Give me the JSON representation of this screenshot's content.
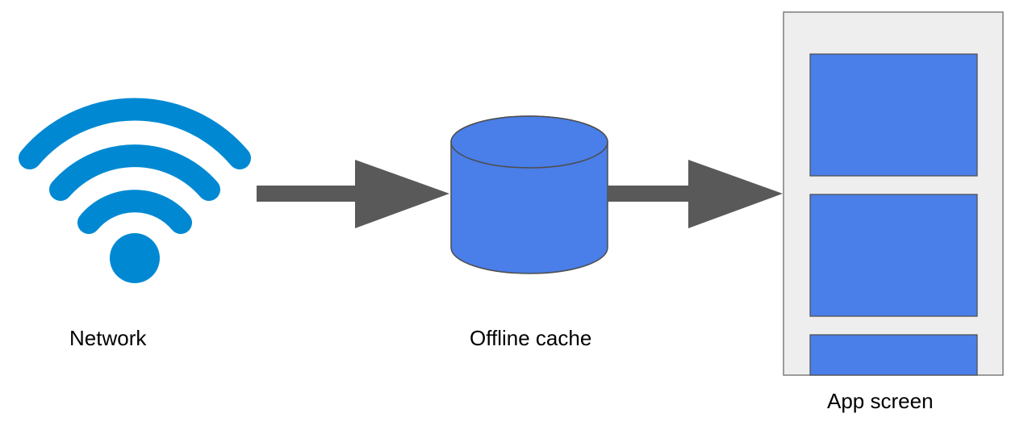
{
  "nodes": {
    "network": {
      "label": "Network",
      "icon": "wifi-icon"
    },
    "cache": {
      "label": "Offline cache",
      "icon": "database-cylinder"
    },
    "app": {
      "label": "App screen",
      "icon": "phone-screen",
      "panel_count": 3
    }
  },
  "edges": [
    {
      "from": "network",
      "to": "cache"
    },
    {
      "from": "cache",
      "to": "app"
    }
  ],
  "colors": {
    "wifi": "#0089d2",
    "cylinder_fill": "#4a7ee8",
    "outline": "#4d4d4d",
    "arrow": "#595959",
    "screen_bg": "#eeeeee",
    "screen_border": "#7d7d7d",
    "panel_fill": "#4a7ee8"
  }
}
